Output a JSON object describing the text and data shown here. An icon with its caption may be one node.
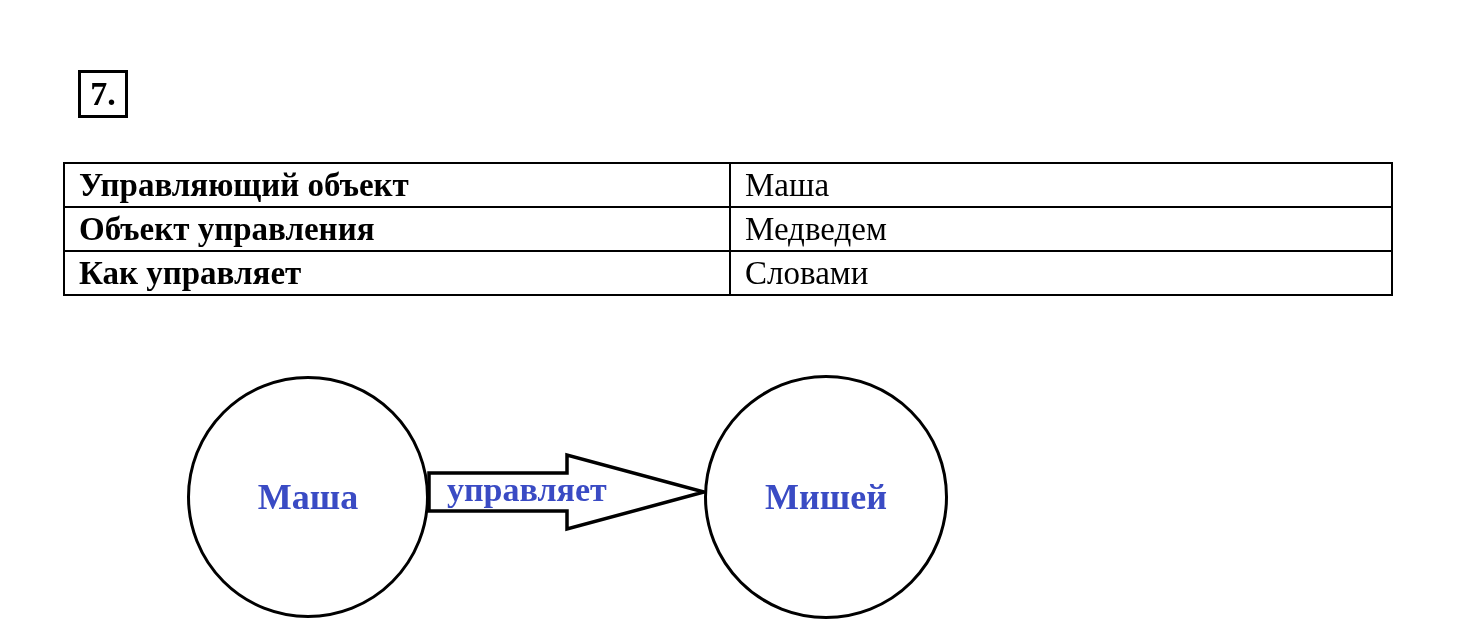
{
  "diagram": {
    "nodes": [
      {
        "text": [
          "Маша"
        ]
      },
      {
        "text": [
          "Мишей"
        ]
      }
    ],
    "edges": [
      {
        "from": 0,
        "to": 1,
        "arrow": "to",
        "label": "управляет",
        "style": "thick"
      }
    ],
    "labels": [
      "7.",
      "Управляющий объект",
      "Маша",
      "Объект управления",
      "Медведем",
      "Как управляет",
      "Словами"
    ]
  }
}
